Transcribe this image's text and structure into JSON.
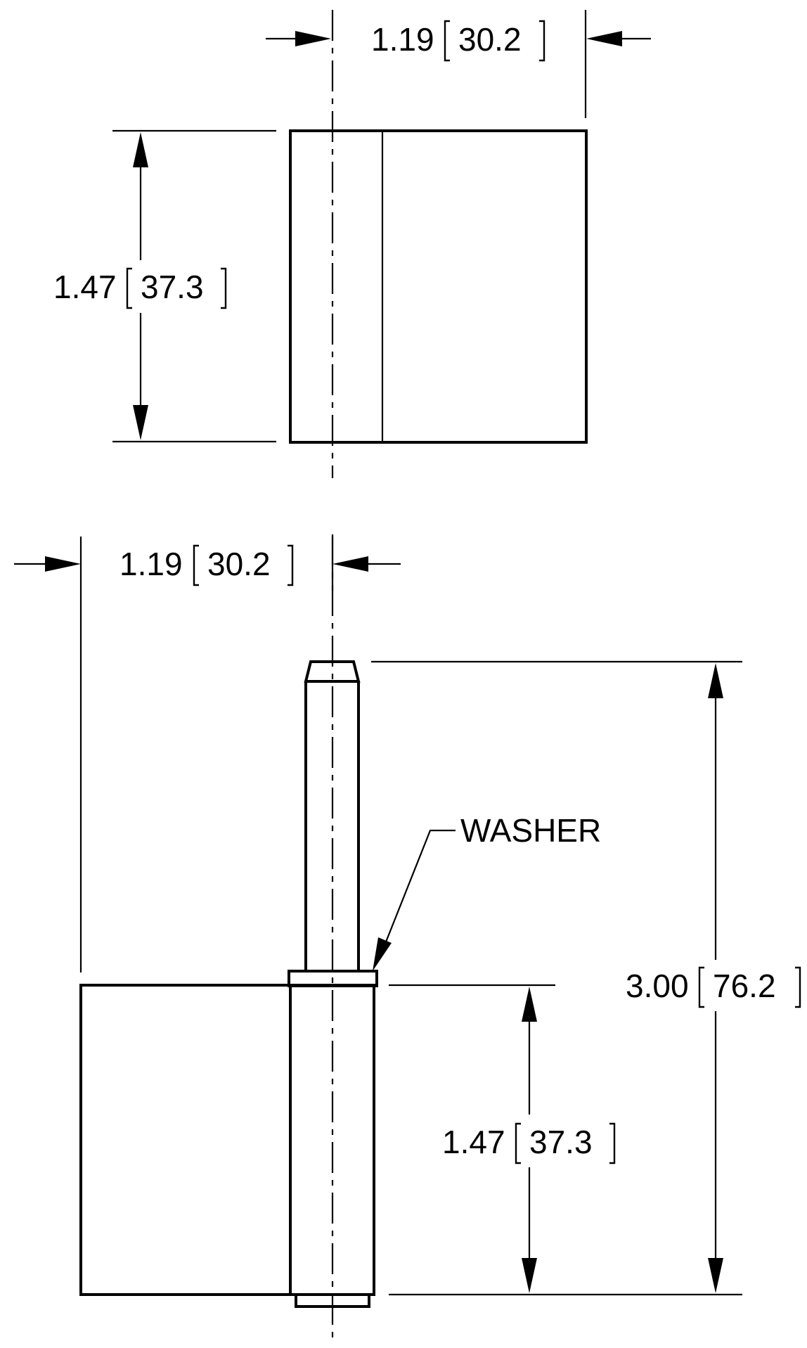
{
  "drawing": {
    "top_view": {
      "width_dim": {
        "inch": "1.19",
        "mm": "30.2"
      },
      "height_dim": {
        "inch": "1.47",
        "mm": "37.3"
      }
    },
    "front_view": {
      "width_dim": {
        "inch": "1.19",
        "mm": "30.2"
      },
      "leaf_height_dim": {
        "inch": "1.47",
        "mm": "37.3"
      },
      "overall_height_dim": {
        "inch": "3.00",
        "mm": "76.2"
      },
      "washer_label": "WASHER"
    }
  }
}
